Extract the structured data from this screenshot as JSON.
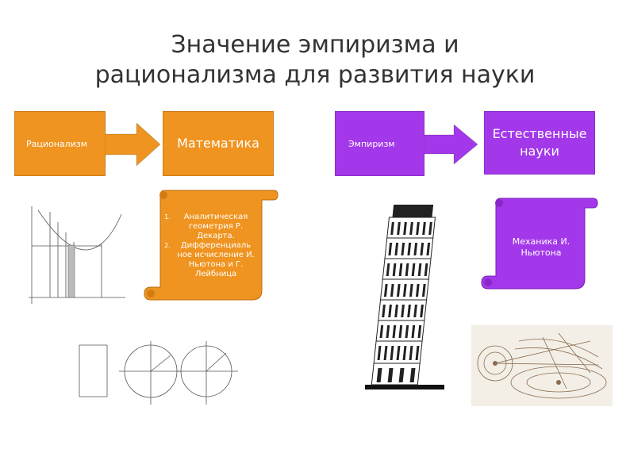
{
  "slide": {
    "title_line1": "Значение эмпиризма и",
    "title_line2": "рационализма для развития науки"
  },
  "left": {
    "box1": "Рационализм",
    "box2": "Математика",
    "scroll": {
      "item1_num": "1.",
      "item1": "Аналитическая геометрия Р. Декарта.",
      "item2_num": "2.",
      "item2": "Дифференциаль ное исчисление И. Ньютона и Г. Лейбница"
    }
  },
  "right": {
    "box1": "Эмпиризм",
    "box2_line1": "Естественные",
    "box2_line2": "науки",
    "scroll": {
      "text": "Механика И. Ньютона"
    }
  },
  "colors": {
    "orange": "#ef9420",
    "purple": "#a338ea"
  }
}
